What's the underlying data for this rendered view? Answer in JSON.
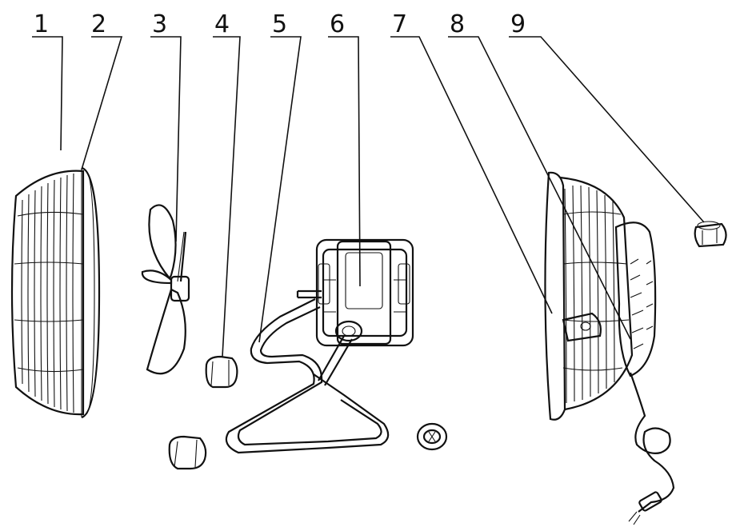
{
  "diagram": {
    "callouts": [
      {
        "id": "1",
        "text": "1"
      },
      {
        "id": "2",
        "text": "2"
      },
      {
        "id": "3",
        "text": "3"
      },
      {
        "id": "4",
        "text": "4"
      },
      {
        "id": "5",
        "text": "5"
      },
      {
        "id": "6",
        "text": "6"
      },
      {
        "id": "7",
        "text": "7"
      },
      {
        "id": "8",
        "text": "8"
      },
      {
        "id": "9",
        "text": "9"
      }
    ],
    "parts": [
      "front-grille-icon",
      "grille-ring-icon",
      "fan-blade-icon",
      "rubber-foot-icon",
      "wire-stand-icon",
      "motor-icon",
      "rear-grille-icon",
      "power-cord-icon",
      "knob-icon",
      "nut-icon"
    ],
    "line_color": "#111111",
    "background": "#ffffff"
  }
}
